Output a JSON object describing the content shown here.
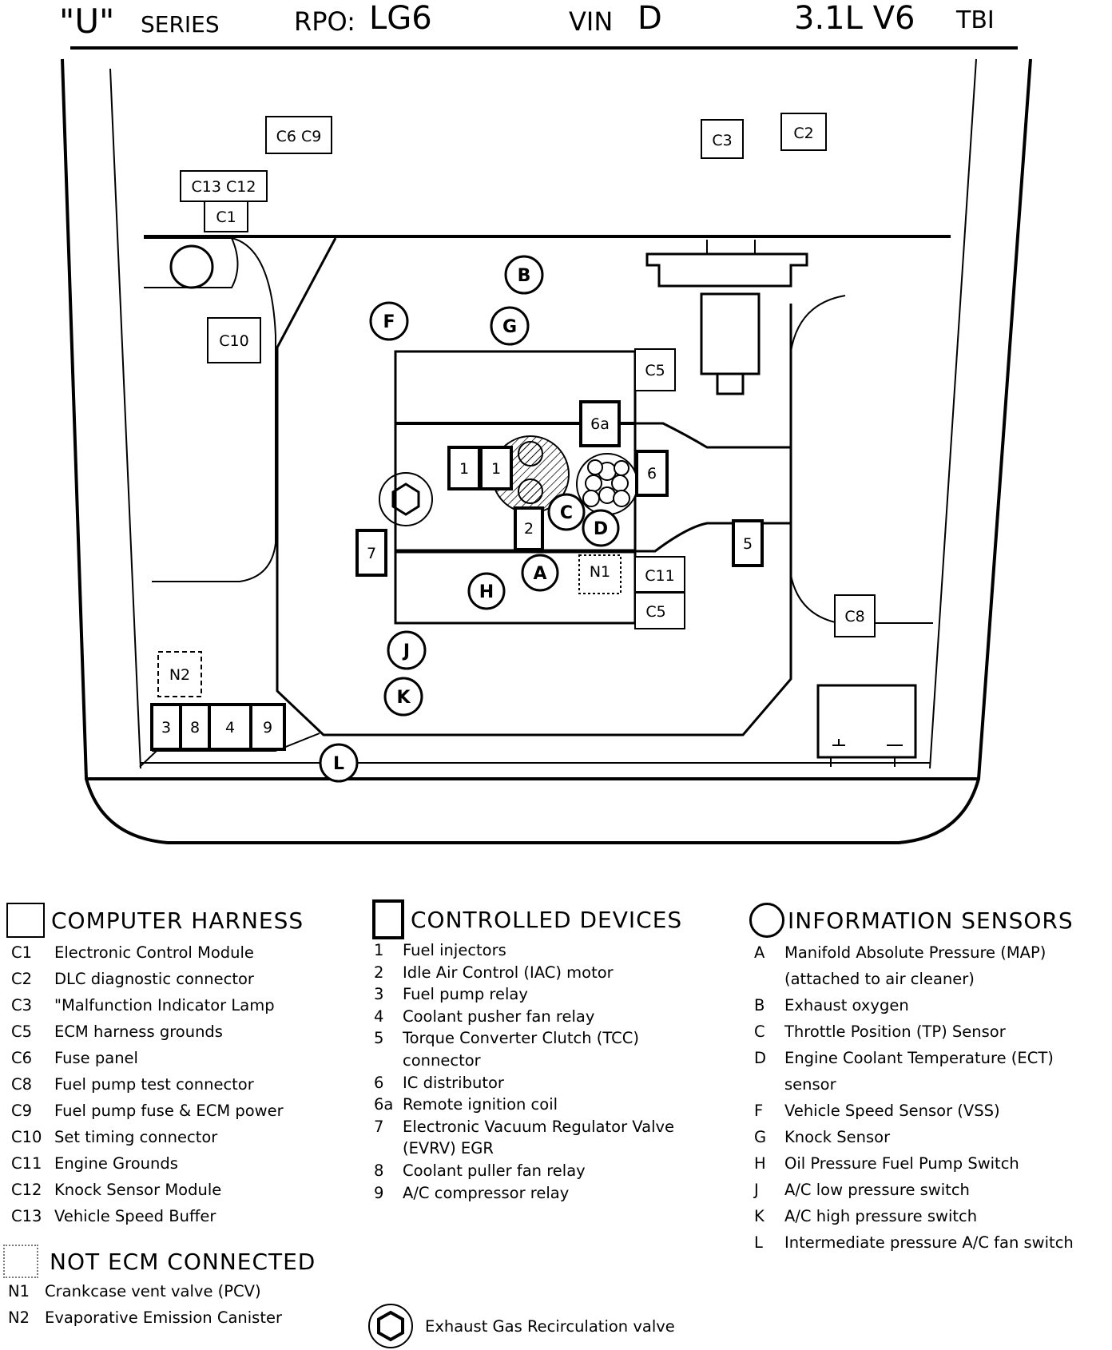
{
  "header": {
    "series": "\"U\"",
    "series_word": "SERIES",
    "rpo_label": "RPO:",
    "rpo_value": "LG6",
    "vin_label": "VIN",
    "vin_value": "D",
    "engine": "3.1L  V6",
    "fuel_system": "TBI"
  },
  "diagram": {
    "harness_labels": {
      "c6c9": "C6 C9",
      "c13c12": "C13 C12",
      "c1": "C1",
      "c3": "C3",
      "c2": "C2",
      "c10": "C10",
      "c5_top": "C5",
      "c11": "C11",
      "c5_bottom": "C5",
      "c8": "C8"
    },
    "device_labels": {
      "d1a": "1",
      "d1b": "1",
      "d2": "2",
      "d6a": "6a",
      "d6": "6",
      "d5": "5",
      "d7": "7",
      "d3": "3",
      "d8": "8",
      "d4": "4",
      "d9": "9"
    },
    "sensor_labels": {
      "a": "A",
      "b": "B",
      "c": "C",
      "d": "D",
      "f": "F",
      "g": "G",
      "h": "H",
      "j": "J",
      "k": "K",
      "l": "L"
    },
    "not_ecm_labels": {
      "n1": "N1",
      "n2": "N2"
    }
  },
  "legend": {
    "computer_harness": {
      "title": "COMPUTER HARNESS",
      "items": [
        {
          "code": "C1",
          "text": "Electronic Control Module"
        },
        {
          "code": "C2",
          "text": "DLC diagnostic connector"
        },
        {
          "code": "C3",
          "text": "\"Malfunction Indicator Lamp"
        },
        {
          "code": "C5",
          "text": "ECM harness grounds"
        },
        {
          "code": "C6",
          "text": "Fuse panel"
        },
        {
          "code": "C8",
          "text": "Fuel pump test connector"
        },
        {
          "code": "C9",
          "text": "Fuel pump fuse & ECM power"
        },
        {
          "code": "C10",
          "text": "Set timing connector"
        },
        {
          "code": "C11",
          "text": "Engine Grounds"
        },
        {
          "code": "C12",
          "text": "Knock Sensor Module"
        },
        {
          "code": "C13",
          "text": "Vehicle Speed Buffer"
        }
      ]
    },
    "not_ecm_connected": {
      "title": "NOT ECM CONNECTED",
      "items": [
        {
          "code": "N1",
          "text": "Crankcase vent valve (PCV)"
        },
        {
          "code": "N2",
          "text": "Evaporative Emission Canister"
        }
      ]
    },
    "controlled_devices": {
      "title": "CONTROLLED DEVICES",
      "items": [
        {
          "code": "1",
          "text": "Fuel injectors"
        },
        {
          "code": "2",
          "text": "Idle Air Control (IAC) motor"
        },
        {
          "code": "3",
          "text": "Fuel pump relay"
        },
        {
          "code": "4",
          "text": "Coolant pusher fan relay"
        },
        {
          "code": "5",
          "text": "Torque Converter Clutch (TCC)"
        },
        {
          "code": "",
          "text": "connector"
        },
        {
          "code": "6",
          "text": "IC distributor"
        },
        {
          "code": "6a",
          "text": "Remote ignition coil"
        },
        {
          "code": "7",
          "text": "Electronic Vacuum Regulator Valve"
        },
        {
          "code": "",
          "text": "(EVRV) EGR"
        },
        {
          "code": "8",
          "text": "Coolant puller fan relay"
        },
        {
          "code": "9",
          "text": "A/C compressor relay"
        }
      ]
    },
    "information_sensors": {
      "title": "INFORMATION SENSORS",
      "items": [
        {
          "code": "A",
          "text": "Manifold Absolute Pressure (MAP)"
        },
        {
          "code": "",
          "text": "(attached to air cleaner)"
        },
        {
          "code": "B",
          "text": "Exhaust oxygen"
        },
        {
          "code": "C",
          "text": "Throttle Position (TP) Sensor"
        },
        {
          "code": "D",
          "text": "Engine Coolant Temperature (ECT)"
        },
        {
          "code": "",
          "text": "sensor"
        },
        {
          "code": "F",
          "text": "Vehicle Speed Sensor (VSS)"
        },
        {
          "code": "G",
          "text": "Knock Sensor"
        },
        {
          "code": "H",
          "text": "Oil Pressure Fuel Pump Switch"
        },
        {
          "code": "J",
          "text": "A/C low pressure switch"
        },
        {
          "code": "K",
          "text": "A/C high pressure switch"
        },
        {
          "code": "L",
          "text": "Intermediate pressure A/C fan switch"
        }
      ]
    },
    "egr": {
      "text": "Exhaust Gas Recirculation valve"
    }
  }
}
